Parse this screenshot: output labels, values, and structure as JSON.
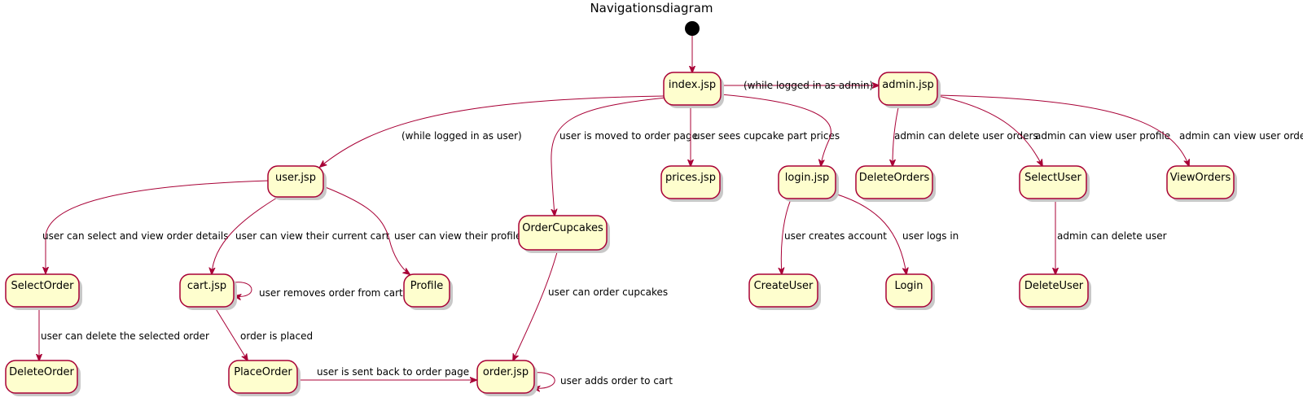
{
  "title": "Navigationsdiagram",
  "colors": {
    "node_fill": "#FEFECE",
    "node_border": "#A80036",
    "edge": "#A80036",
    "start": "#000000"
  },
  "nodes": {
    "index": "index.jsp",
    "admin": "admin.jsp",
    "user": "user.jsp",
    "order_cupcakes": "OrderCupcakes",
    "prices": "prices.jsp",
    "login_jsp": "login.jsp",
    "delete_orders": "DeleteOrders",
    "select_user": "SelectUser",
    "view_orders": "ViewOrders",
    "select_order": "SelectOrder",
    "cart": "cart.jsp",
    "profile": "Profile",
    "create_user": "CreateUser",
    "login": "Login",
    "delete_user": "DeleteUser",
    "delete_order": "DeleteOrder",
    "place_order": "PlaceOrder",
    "order": "order.jsp"
  },
  "edges": {
    "index_admin": "(while logged in as admin)",
    "index_user": "(while logged in as user)",
    "index_ordercupcakes": "user is moved to order page",
    "index_prices": "user sees cupcake part prices",
    "admin_deleteorders": "admin can delete user orders",
    "admin_selectuser": "admin can view user profile",
    "admin_vieworders": "admin can view user orders",
    "user_selectorder": "user can select and view order details",
    "user_cart": "user can view their current cart",
    "user_profile": "user can view their profile",
    "cart_self": "user removes order from cart",
    "ordercupcakes_order": "user can order cupcakes",
    "login_createuser": "user creates account",
    "login_login": "user logs in",
    "selectuser_deleteuser": "admin can delete user",
    "selectorder_deleteorder": "user can delete the selected order",
    "cart_placeorder": "order is placed",
    "placeorder_order": "user is sent back to order page",
    "order_self": "user adds order to cart"
  }
}
